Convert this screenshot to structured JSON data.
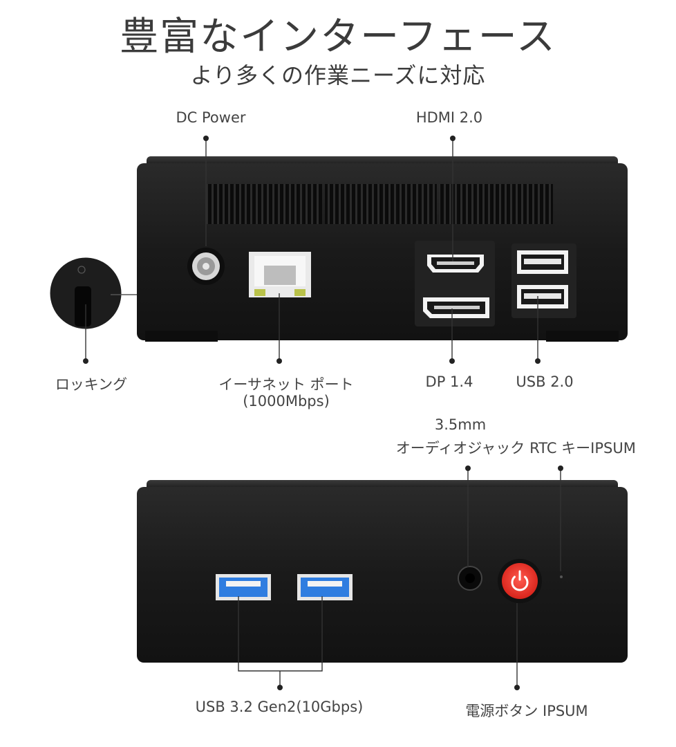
{
  "title": "豊富なインターフェース",
  "subtitle": "より多くの作業ニーズに対応",
  "back_panel": {
    "dc_power": "DC Power",
    "hdmi": "HDMI 2.0",
    "locking": "ロッキング",
    "ethernet_line1": "イーサネット ポート",
    "ethernet_line2": "(1000Mbps)",
    "dp": "DP 1.4",
    "usb2": "USB 2.0"
  },
  "front_panel": {
    "audio_line1": "3.5mm",
    "audio_line2": "オーディオジャック",
    "rtc": "RTC キーIPSUM",
    "usb32": "USB 3.2 Gen2(10Gbps)",
    "power_button": "電源ボタン IPSUM"
  },
  "colors": {
    "device_body": "#1c1c1c",
    "usb3_blue": "#2f7de0",
    "power_red": "#e8332a",
    "ethernet_led": "#b9c24a"
  }
}
